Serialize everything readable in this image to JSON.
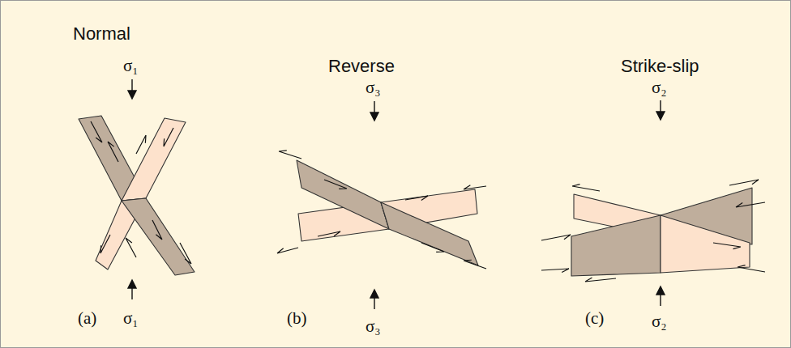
{
  "diagram": {
    "labels": [
      "Normal",
      "σ₁",
      "σ₁",
      "(a)",
      "Reverse",
      "σ₃",
      "σ₃",
      "(b)",
      "Strike-slip",
      "σ₂",
      "σ₂",
      "(c)"
    ]
  }
}
